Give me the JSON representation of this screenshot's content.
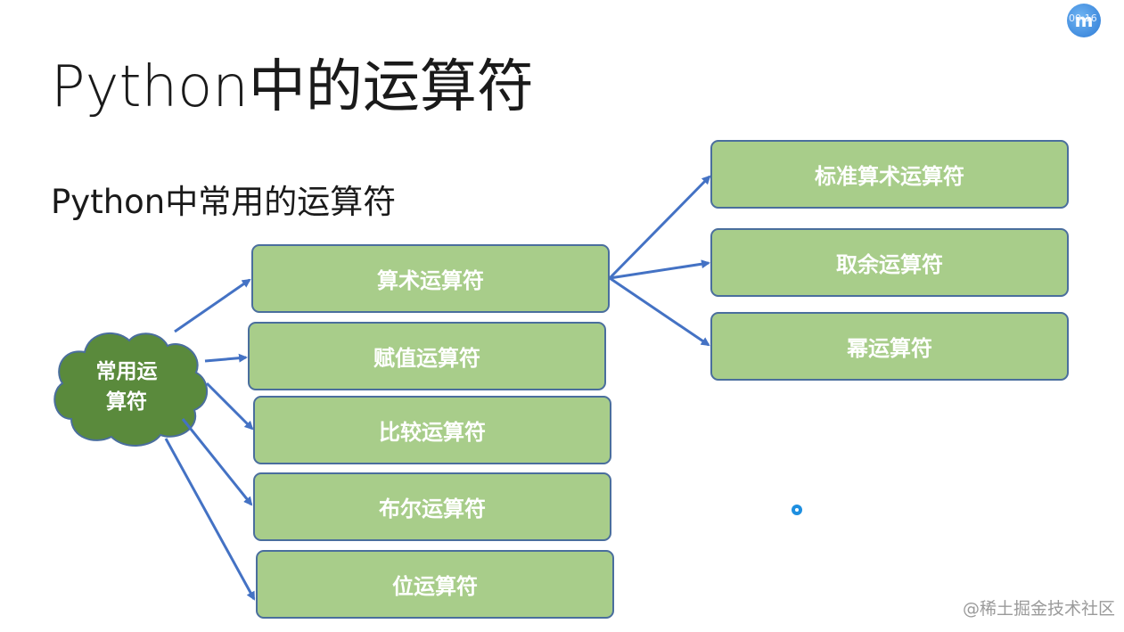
{
  "title": "Python中的运算符",
  "subtitle": "Python中常用的运算符",
  "root": {
    "line1": "常用运",
    "line2": "算符"
  },
  "categories": [
    "算术运算符",
    "赋值运算符",
    "比较运算符",
    "布尔运算符",
    "位运算符"
  ],
  "arithmetic_children": [
    "标准算术运算符",
    "取余运算符",
    "幂运算符"
  ],
  "overlay": {
    "time": "00:16",
    "logo_letter": "m"
  },
  "watermark": "@稀土掘金技术社区",
  "colors": {
    "box_fill": "#a8cd8a",
    "box_border": "#4a6e9d",
    "cloud": "#5a8a3c",
    "arrow": "#4472c4"
  }
}
